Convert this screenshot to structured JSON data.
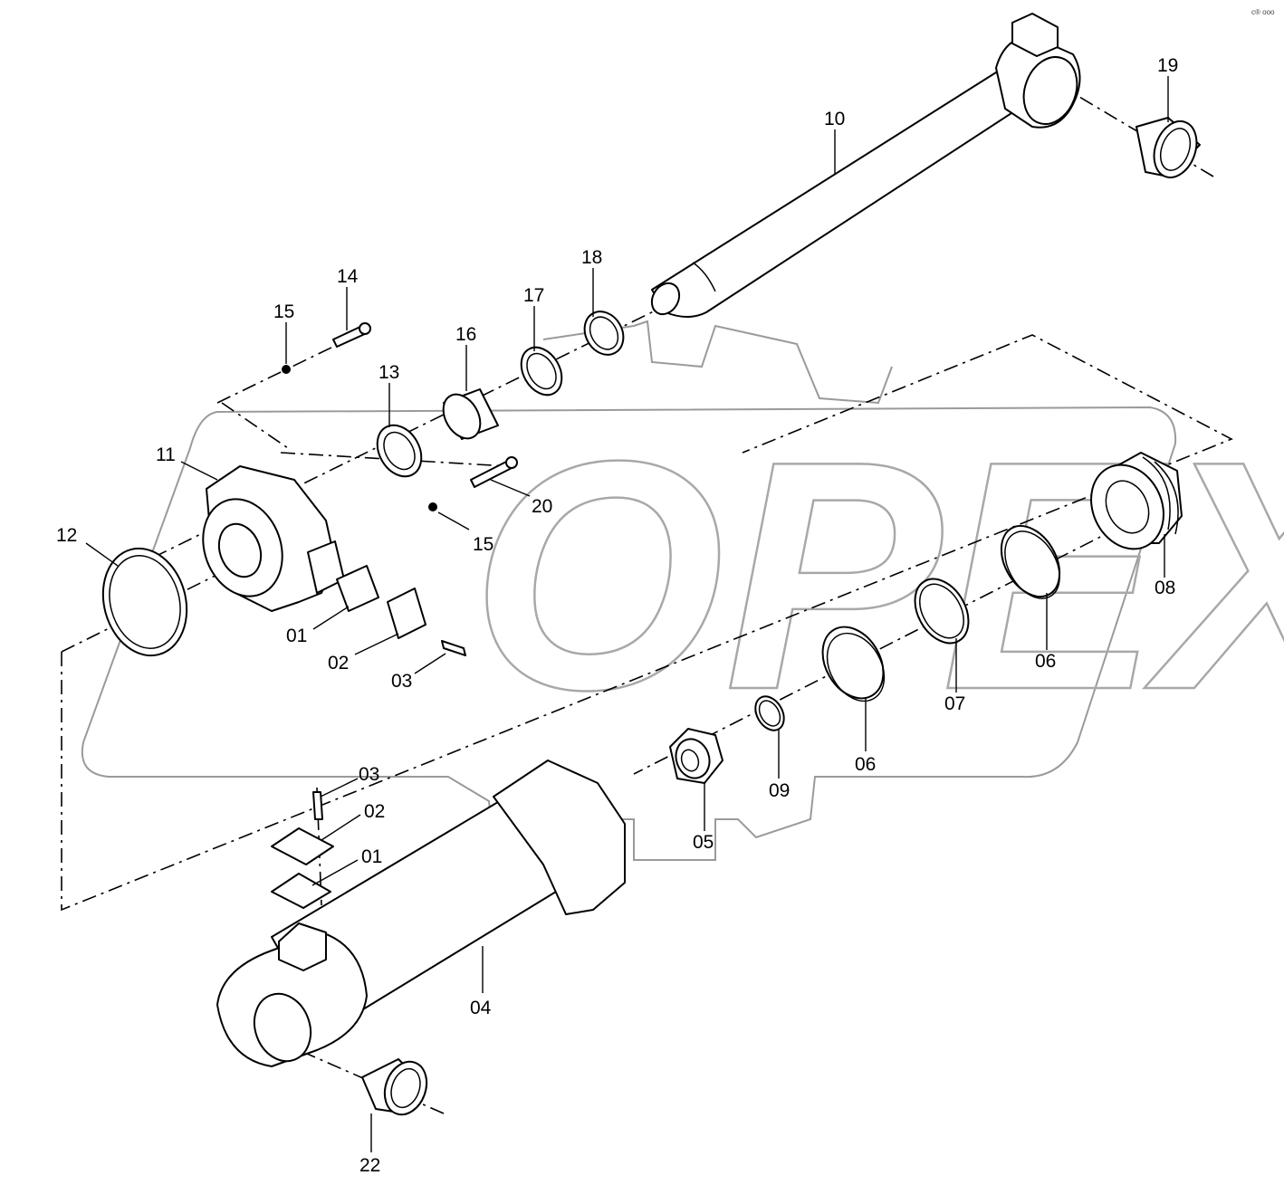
{
  "diagram": {
    "type": "exploded-parts-view",
    "corner_mark": "c® ooo",
    "watermark_text": "OPEX",
    "callouts": [
      {
        "id": "c10",
        "label": "10"
      },
      {
        "id": "c19",
        "label": "19"
      },
      {
        "id": "c14",
        "label": "14"
      },
      {
        "id": "c15a",
        "label": "15"
      },
      {
        "id": "c18",
        "label": "18"
      },
      {
        "id": "c17",
        "label": "17"
      },
      {
        "id": "c16",
        "label": "16"
      },
      {
        "id": "c13",
        "label": "13"
      },
      {
        "id": "c11",
        "label": "11"
      },
      {
        "id": "c12",
        "label": "12"
      },
      {
        "id": "c20",
        "label": "20"
      },
      {
        "id": "c15b",
        "label": "15"
      },
      {
        "id": "c01a",
        "label": "01"
      },
      {
        "id": "c02a",
        "label": "02"
      },
      {
        "id": "c03a",
        "label": "03"
      },
      {
        "id": "c08",
        "label": "08"
      },
      {
        "id": "c06a",
        "label": "06"
      },
      {
        "id": "c07",
        "label": "07"
      },
      {
        "id": "c06b",
        "label": "06"
      },
      {
        "id": "c09",
        "label": "09"
      },
      {
        "id": "c05",
        "label": "05"
      },
      {
        "id": "c03b",
        "label": "03"
      },
      {
        "id": "c02b",
        "label": "02"
      },
      {
        "id": "c01b",
        "label": "01"
      },
      {
        "id": "c04",
        "label": "04"
      },
      {
        "id": "c22",
        "label": "22"
      }
    ]
  }
}
